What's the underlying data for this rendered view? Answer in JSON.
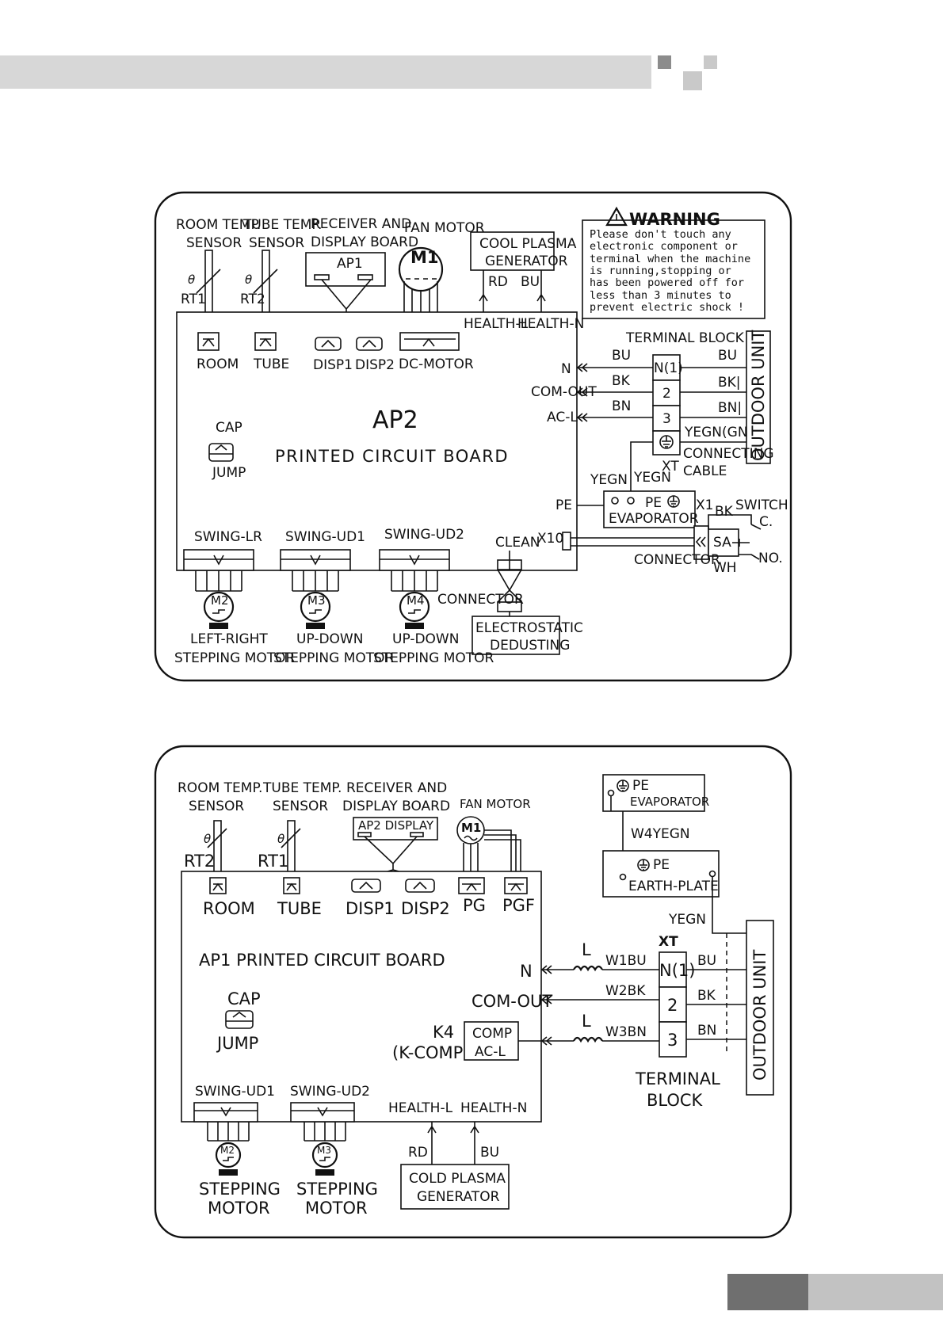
{
  "header_colors": {
    "bar": "#d7d7d7",
    "square_dark": "#8c8c8c",
    "square_light": "#c9c9c9",
    "footer_dark": "#6f6f6f",
    "footer_light": "#c2c2c2"
  },
  "diagram1": {
    "room_sensor": [
      "ROOM TEMP.",
      "SENSOR"
    ],
    "tube_sensor": [
      "TUBE TEMP.",
      "SENSOR"
    ],
    "receiver": [
      "RECEIVER AND",
      "DISPLAY  BOARD"
    ],
    "fan_motor": "FAN MOTOR",
    "plasma": [
      "COOL PLASMA",
      "GENERATOR"
    ],
    "rt1": "RT1",
    "rt2": "RT2",
    "ap1": "AP1",
    "m1": "M1",
    "rd": "RD",
    "bu": "BU",
    "warning_title": "WARNING",
    "warning_lines": [
      "Please don't touch any",
      "electronic component or",
      "terminal when the machine",
      "is running,stopping or",
      "has been powered off for",
      "less than 3 minutes to",
      "prevent electric shock !"
    ],
    "health_l": "HEALTH-L",
    "health_n": "HEALTH-N",
    "terminal_block": "TERMINAL BLOCK",
    "room": "ROOM",
    "tube": "TUBE",
    "disp1": "DISP1",
    "disp2": "DISP2",
    "dc_motor": "DC-MOTOR",
    "n": "N",
    "com_out": "COM-OUT",
    "ac_l": "AC-L",
    "wire_bu": "BU",
    "wire_bk": "BK",
    "wire_bn": "BN",
    "t_n1": "N(1)",
    "t_2": "2",
    "t_3": "3",
    "out_bu": "BU",
    "out_bk": "BK|",
    "out_bn": "BN|",
    "yegn_gn": "YEGN(GN)",
    "outdoor_unit": "OUTDOOR UNIT",
    "cap": "CAP",
    "jump": "JUMP",
    "ap2": "AP2",
    "pcb": "PRINTED CIRCUIT BOARD",
    "xt": "XT",
    "connecting_cable": [
      "CONNECTING",
      "CABLE"
    ],
    "yegn1": "YEGN",
    "yegn2": "YEGN",
    "pe": "PE",
    "pe_evap": [
      "PE",
      "EVAPORATOR"
    ],
    "x1": "X1",
    "bk": "BK",
    "switch": "SWITCH",
    "c": "C.",
    "clean": "CLEAN",
    "x10": "X10",
    "sa": "SA",
    "connector1": "CONNECTOR",
    "wh": "WH",
    "no": "NO.",
    "swing_lr": "SWING-LR",
    "swing_ud1": "SWING-UD1",
    "swing_ud2": "SWING-UD2",
    "m2": "M2",
    "m3": "M3",
    "m4": "M4",
    "connector2": "CONNECTOR",
    "electrostatic": [
      "ELECTROSTATIC",
      "DEDUSTING"
    ],
    "motor_lr": [
      "LEFT-RIGHT",
      "STEPPING MOTOR"
    ],
    "motor_ud1": [
      "UP-DOWN",
      "STEPPING MOTOR"
    ],
    "motor_ud2": [
      "UP-DOWN",
      "STEPPING MOTOR"
    ]
  },
  "diagram2": {
    "room_sensor": [
      "ROOM TEMP.",
      "SENSOR"
    ],
    "tube_sensor": [
      "TUBE TEMP.",
      "SENSOR"
    ],
    "receiver": [
      "RECEIVER AND",
      "DISPLAY BOARD"
    ],
    "fan_motor": "FAN MOTOR",
    "rt2": "RT2",
    "rt1": "RT1",
    "ap2_display": "AP2  DISPLAY",
    "m1": "M1",
    "pe_evap": [
      "PE",
      "EVAPORATOR"
    ],
    "w4yegn": "W4YEGN",
    "pe_earth": [
      "PE",
      "EARTH-PLATE"
    ],
    "room": "ROOM",
    "tube": "TUBE",
    "disp1": "DISP1",
    "disp2": "DISP2",
    "pg": "PG",
    "pgf": "PGF",
    "yegn": "YEGN",
    "xt": "XT",
    "pcb": "AP1  PRINTED  CIRCUIT  BOARD",
    "n": "N",
    "l1": "L",
    "w1bu": "W1BU",
    "t_n1": "N(1)",
    "bu": "BU",
    "com_out": "COM-OUT",
    "w2bk": "W2BK",
    "t_2": "2",
    "bk": "BK",
    "k4": "K4",
    "k_comp": "(K-COMP)",
    "comp": "COMP",
    "ac_l": "AC-L",
    "l2": "L",
    "w3bn": "W3BN",
    "t_3": "3",
    "bn": "BN",
    "outdoor_unit": "OUTDOOR UNIT",
    "cap": "CAP",
    "jump": "JUMP",
    "terminal_block": [
      "TERMINAL",
      "BLOCK"
    ],
    "swing_ud1": "SWING-UD1",
    "swing_ud2": "SWING-UD2",
    "health_l": "HEALTH-L",
    "health_n": "HEALTH-N",
    "rd": "RD",
    "bu2": "BU",
    "m2": "M2",
    "m3": "M3",
    "plasma": [
      "COLD PLASMA",
      "GENERATOR"
    ],
    "motor1": [
      "STEPPING",
      "MOTOR"
    ],
    "motor2": [
      "STEPPING",
      "MOTOR"
    ]
  }
}
